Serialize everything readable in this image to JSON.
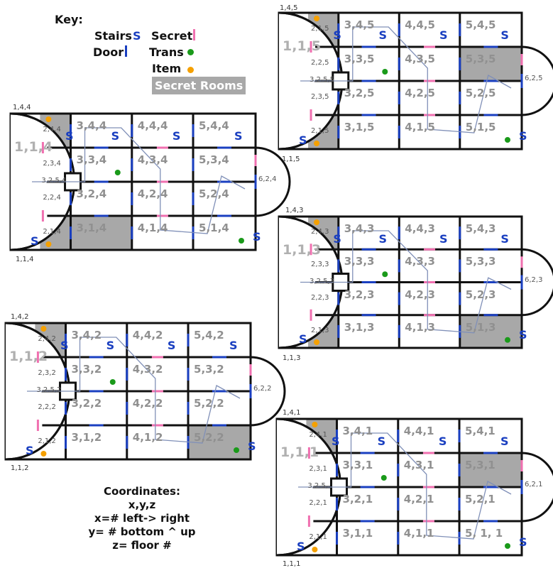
{
  "key": {
    "title": "Key:",
    "stairs_label": "Stairs",
    "door_label": "Door",
    "secret_label": "Secret",
    "trans_label": "Trans",
    "item_label": "Item",
    "secret_rooms_label": "Secret Rooms",
    "stairs_symbol": "S"
  },
  "coordinates_legend": {
    "title": "Coordinates:",
    "line1": "x,y,z",
    "line2": "x=# left-> right",
    "line3": "y= # bottom ^ up",
    "line4": "z= floor #"
  },
  "colors": {
    "wall": "#111111",
    "door": "#1a3fc0",
    "secret": "#f070b0",
    "trans": "#1a9a1a",
    "item": "#f5a000",
    "secret_room": "#a8a8a8",
    "path": "#8090b8"
  },
  "floors": [
    {
      "z": 5,
      "corner_top": "1,4,5",
      "corner_bottom": "1,1,5",
      "hall": "1,1,5",
      "center": "3,2.5,5",
      "rooms": [
        {
          "id": "2,1,5",
          "secret": true
        },
        {
          "id": "2,2,5"
        },
        {
          "id": "2,3,5"
        },
        {
          "id": "2,1,5",
          "secret": true,
          "top": true
        },
        {
          "id": "3,4,5"
        },
        {
          "id": "3,3,5"
        },
        {
          "id": "3,2,5"
        },
        {
          "id": "3,1,5"
        },
        {
          "id": "4,4,5"
        },
        {
          "id": "4,3,5"
        },
        {
          "id": "4,2,5"
        },
        {
          "id": "4,1,5"
        },
        {
          "id": "5,4,5"
        },
        {
          "id": "5,3,5",
          "secret": true
        },
        {
          "id": "5,2,5"
        },
        {
          "id": "5,1,5"
        },
        {
          "id": "6,2,5"
        }
      ]
    },
    {
      "z": 4,
      "corner_top": "1,4,4",
      "corner_bottom": "1,1,4",
      "hall": "1,1,4",
      "center": "3,2.5,4",
      "rooms": [
        {
          "id": "2,4,4",
          "secret": true
        },
        {
          "id": "2,3,4"
        },
        {
          "id": "2,2,4"
        },
        {
          "id": "2,1,4",
          "secret": true
        },
        {
          "id": "3,4,4"
        },
        {
          "id": "3,3,4"
        },
        {
          "id": "3,2,4"
        },
        {
          "id": "3,1,4",
          "secret": true
        },
        {
          "id": "4,4,4"
        },
        {
          "id": "4,3,4"
        },
        {
          "id": "4,2,4"
        },
        {
          "id": "4,1,4"
        },
        {
          "id": "5,4,4"
        },
        {
          "id": "5,3,4"
        },
        {
          "id": "5,2,4"
        },
        {
          "id": "5,1,4"
        },
        {
          "id": "6,2,4"
        }
      ]
    },
    {
      "z": 3,
      "corner_top": "1,4,3",
      "corner_bottom": "1,1,3",
      "hall": "1,1,3",
      "center": "3,2.5,3",
      "rooms": [
        {
          "id": "2,4,3",
          "secret": true
        },
        {
          "id": "2,3,3"
        },
        {
          "id": "2,2,3"
        },
        {
          "id": "2,1,3",
          "secret": true
        },
        {
          "id": "3,4,3"
        },
        {
          "id": "3,3,3"
        },
        {
          "id": "3,2,3"
        },
        {
          "id": "3,1,3"
        },
        {
          "id": "4,4,3"
        },
        {
          "id": "4,3,3"
        },
        {
          "id": "4,2,3"
        },
        {
          "id": "4,1,3"
        },
        {
          "id": "5,4,3"
        },
        {
          "id": "5,3,3"
        },
        {
          "id": "5,2,3"
        },
        {
          "id": "5,1,3",
          "secret": true
        },
        {
          "id": "6,2,3"
        }
      ]
    },
    {
      "z": 2,
      "corner_top": "1,4,2",
      "corner_bottom": "1,1,2",
      "hall": "1,1,2",
      "center": "3,2.5,2",
      "rooms": [
        {
          "id": "2,4,2",
          "secret": true
        },
        {
          "id": "2,3,2"
        },
        {
          "id": "2,2,2"
        },
        {
          "id": "2,1,2"
        },
        {
          "id": "3,4,2"
        },
        {
          "id": "3,3,2"
        },
        {
          "id": "3,2,2"
        },
        {
          "id": "3,1,2"
        },
        {
          "id": "4,4,2"
        },
        {
          "id": "4,3,2"
        },
        {
          "id": "4,2,2"
        },
        {
          "id": "4,1,2"
        },
        {
          "id": "5,4,2"
        },
        {
          "id": "5,3,2"
        },
        {
          "id": "5,2,2"
        },
        {
          "id": "5,2,2",
          "secret": true,
          "bottom": true
        },
        {
          "id": "6,2,2"
        }
      ]
    },
    {
      "z": 1,
      "corner_top": "1,4,1",
      "corner_bottom": "1,1,1",
      "hall": "1,1,1",
      "center": "3,2.5,",
      "rooms": [
        {
          "id": "2,4,1",
          "secret": true
        },
        {
          "id": "2,3,1"
        },
        {
          "id": "2,2,1"
        },
        {
          "id": "2,1,1"
        },
        {
          "id": "3,4,1"
        },
        {
          "id": "3,3,1"
        },
        {
          "id": "3,2,1"
        },
        {
          "id": "3,1,1"
        },
        {
          "id": "4,4,1"
        },
        {
          "id": "4,3,1"
        },
        {
          "id": "4,2,1"
        },
        {
          "id": "4,1,1"
        },
        {
          "id": "5,4,1"
        },
        {
          "id": "5,3,1",
          "secret": true
        },
        {
          "id": "5,2,1"
        },
        {
          "id": "5, 1, 1"
        },
        {
          "id": "6,2,1"
        }
      ]
    }
  ]
}
